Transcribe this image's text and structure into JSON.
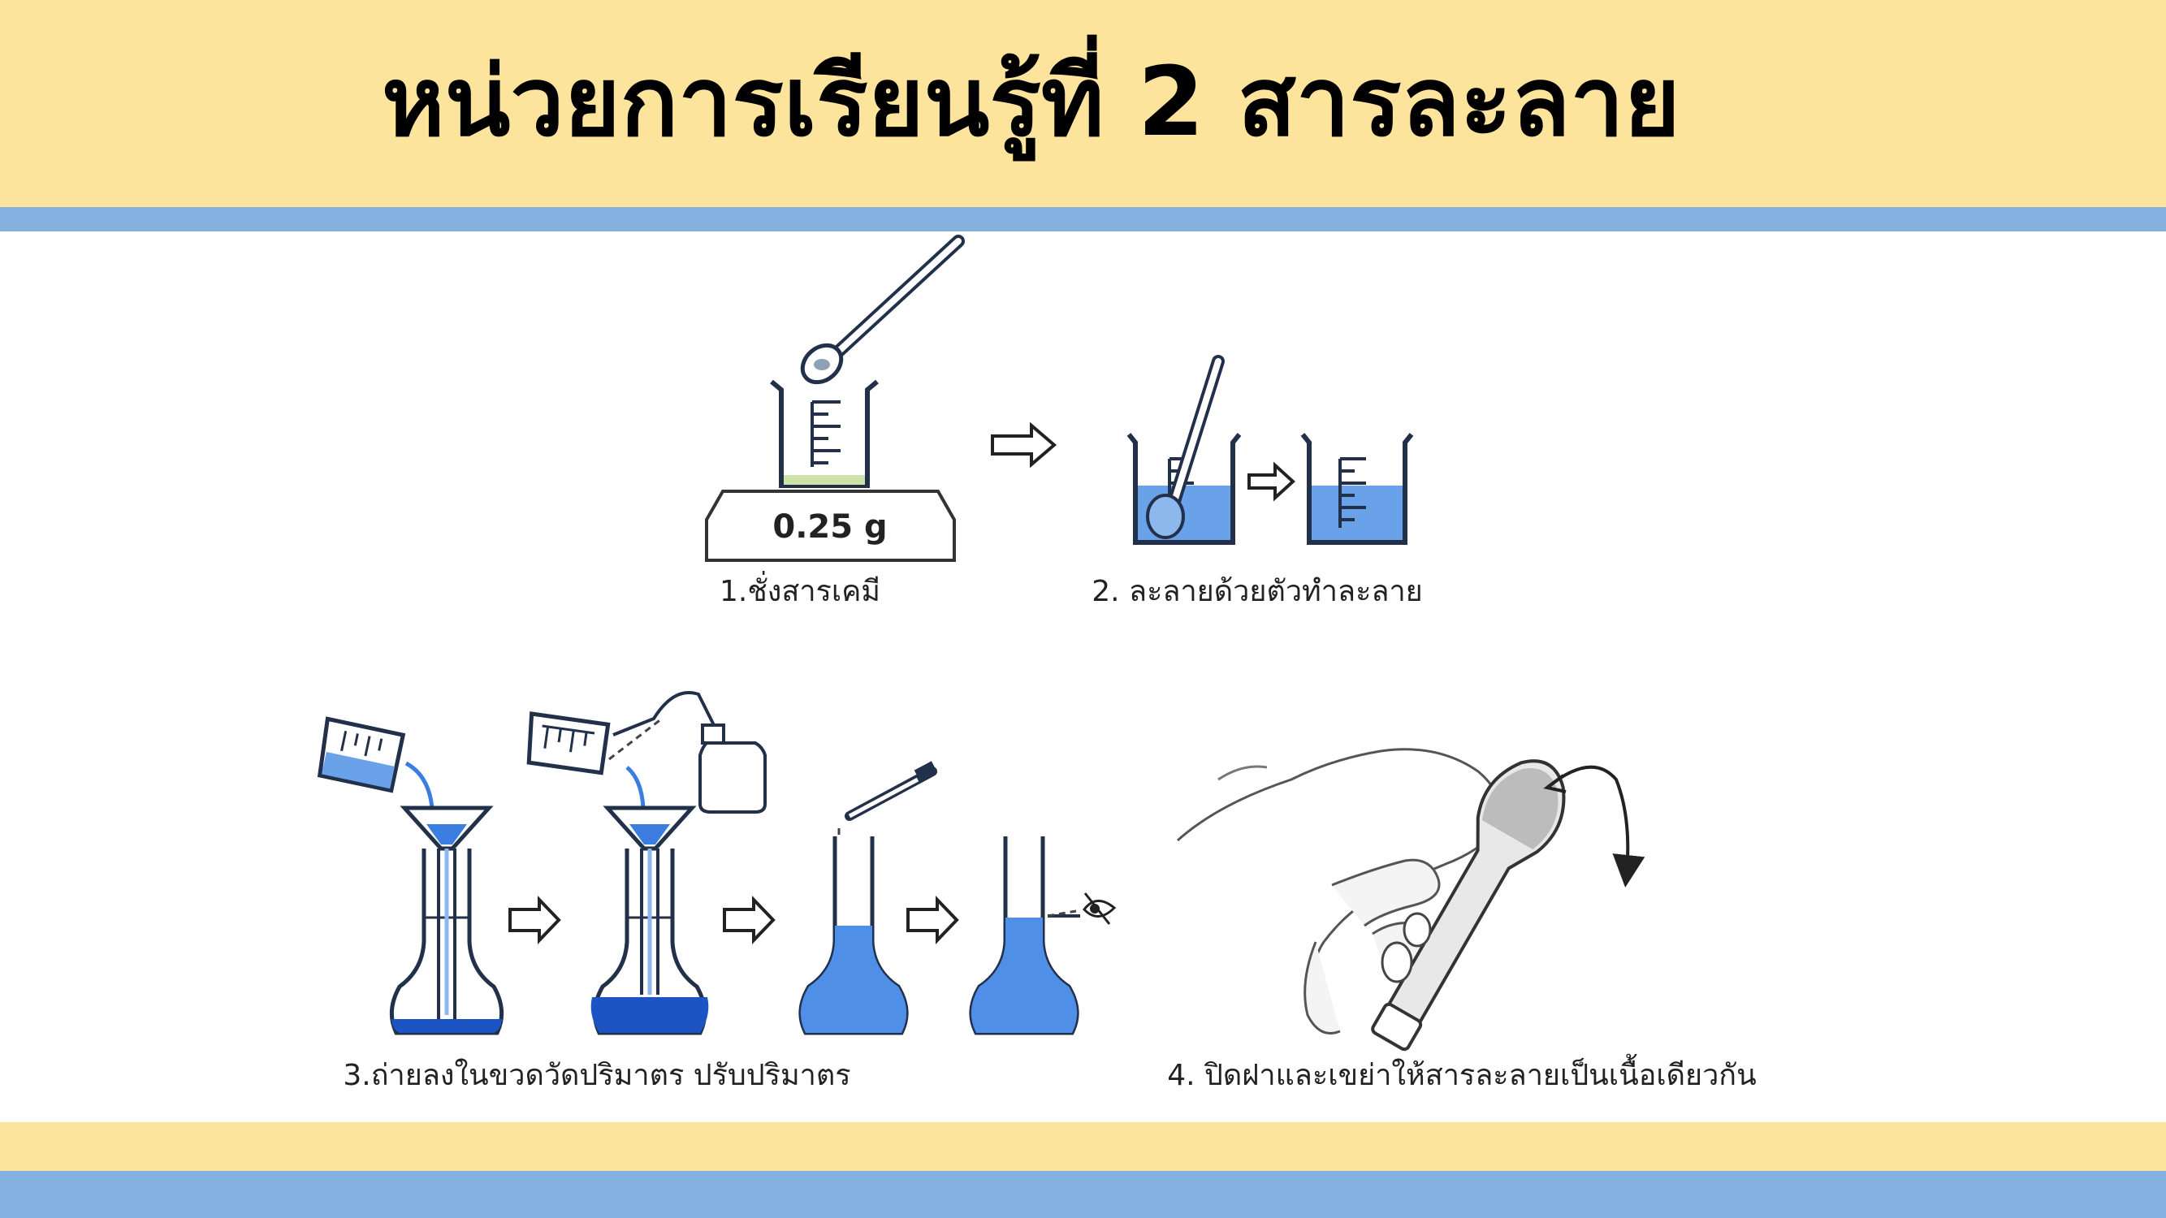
{
  "title": "หน่วยการเรียนรู้ที่ 2 สารละลาย",
  "diagram": {
    "scale_reading": "0.25 g",
    "step1_label": "1.ชั่งสารเคมี",
    "step2_label": "2. ละลายด้วยตัวทำละลาย",
    "step3_label": "3.ถ่ายลงในขวดวัดปริมาตร ปรับปริมาตร",
    "step4_label": "4. ปิดฝาและเขย่าให้สารละลายเป็นเนื้อเดียวกัน"
  },
  "colors": {
    "band": "#fde49c",
    "stripe": "#83b0df",
    "solution_light": "#6aa2ea",
    "solution_dark": "#1c54c4",
    "glass_outline": "#22304a"
  }
}
